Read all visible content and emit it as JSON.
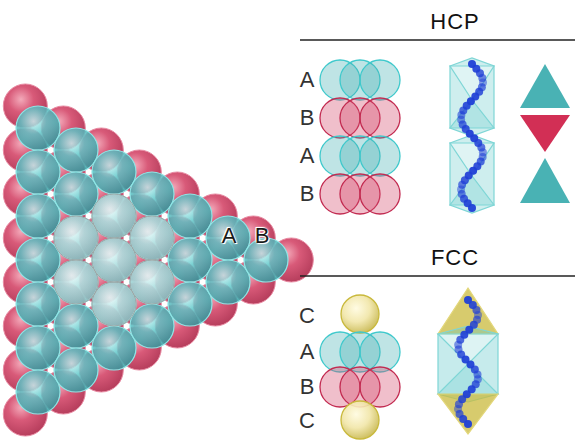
{
  "diagram": {
    "labels": [
      "A",
      "B",
      "HCP",
      "A",
      "B",
      "A",
      "B",
      "FCC",
      "C",
      "A",
      "B",
      "C"
    ]
  }
}
